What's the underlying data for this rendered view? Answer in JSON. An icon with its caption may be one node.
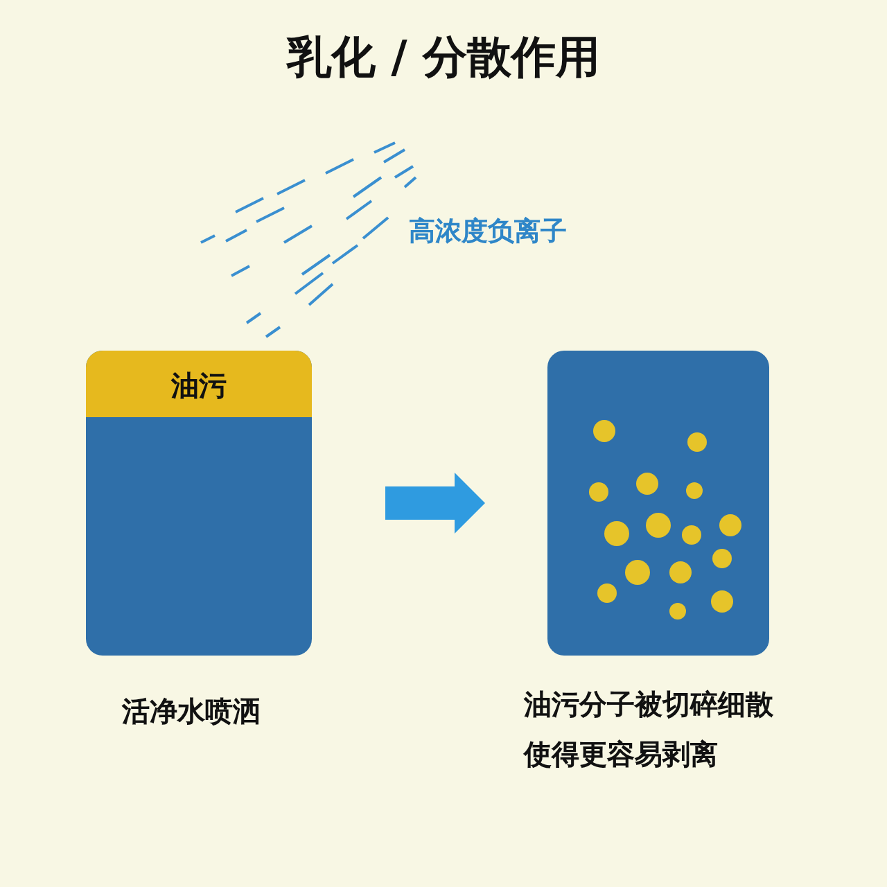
{
  "diagram": {
    "title": "乳化 / 分散作用",
    "nodes": [
      {
        "text": [],
        "shape": "box",
        "beside": [
          "活净水喷洒"
        ]
      },
      {
        "text": [
          "油污"
        ],
        "in": 0
      },
      {
        "text": [],
        "shape": "box",
        "beside": [
          "油污分子被切碎细散使得更容易剥离"
        ]
      }
    ],
    "edges": [
      {
        "from": 0,
        "to": 2,
        "arrow": "to",
        "style": "thick"
      }
    ],
    "labels": [
      "高浓度负离子"
    ]
  }
}
